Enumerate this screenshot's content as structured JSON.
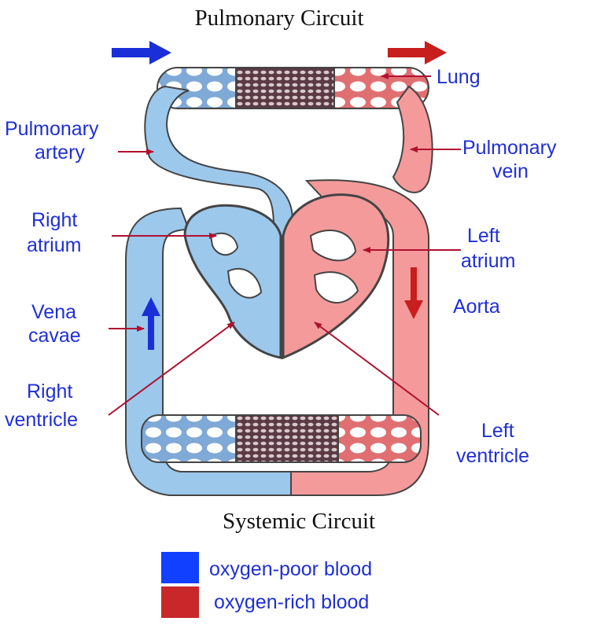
{
  "titles": {
    "top": "Pulmonary Circuit",
    "bottom": "Systemic Circuit"
  },
  "labels": {
    "lung": "Lung",
    "pulmonary_artery_1": "Pulmonary",
    "pulmonary_artery_2": "artery",
    "pulmonary_vein_1": "Pulmonary",
    "pulmonary_vein_2": "vein",
    "right_atrium_1": "Right",
    "right_atrium_2": "atrium",
    "left_atrium_1": "Left",
    "left_atrium_2": "atrium",
    "vena_cavae_1": "Vena",
    "vena_cavae_2": "cavae",
    "aorta": "Aorta",
    "right_ventricle_1": "Right",
    "right_ventricle_2": "ventricle",
    "left_ventricle_1": "Left",
    "left_ventricle_2": "ventricle"
  },
  "legend": {
    "poor": "oxygen-poor blood",
    "rich": "oxygen-rich blood"
  },
  "colors": {
    "oxygen_poor": "#9cc8ec",
    "oxygen_rich": "#f49a9a",
    "arrow_blue": "#1a2fd8",
    "arrow_red": "#c81e1e",
    "pointer": "#b01030",
    "label": "#1f2fd6"
  }
}
